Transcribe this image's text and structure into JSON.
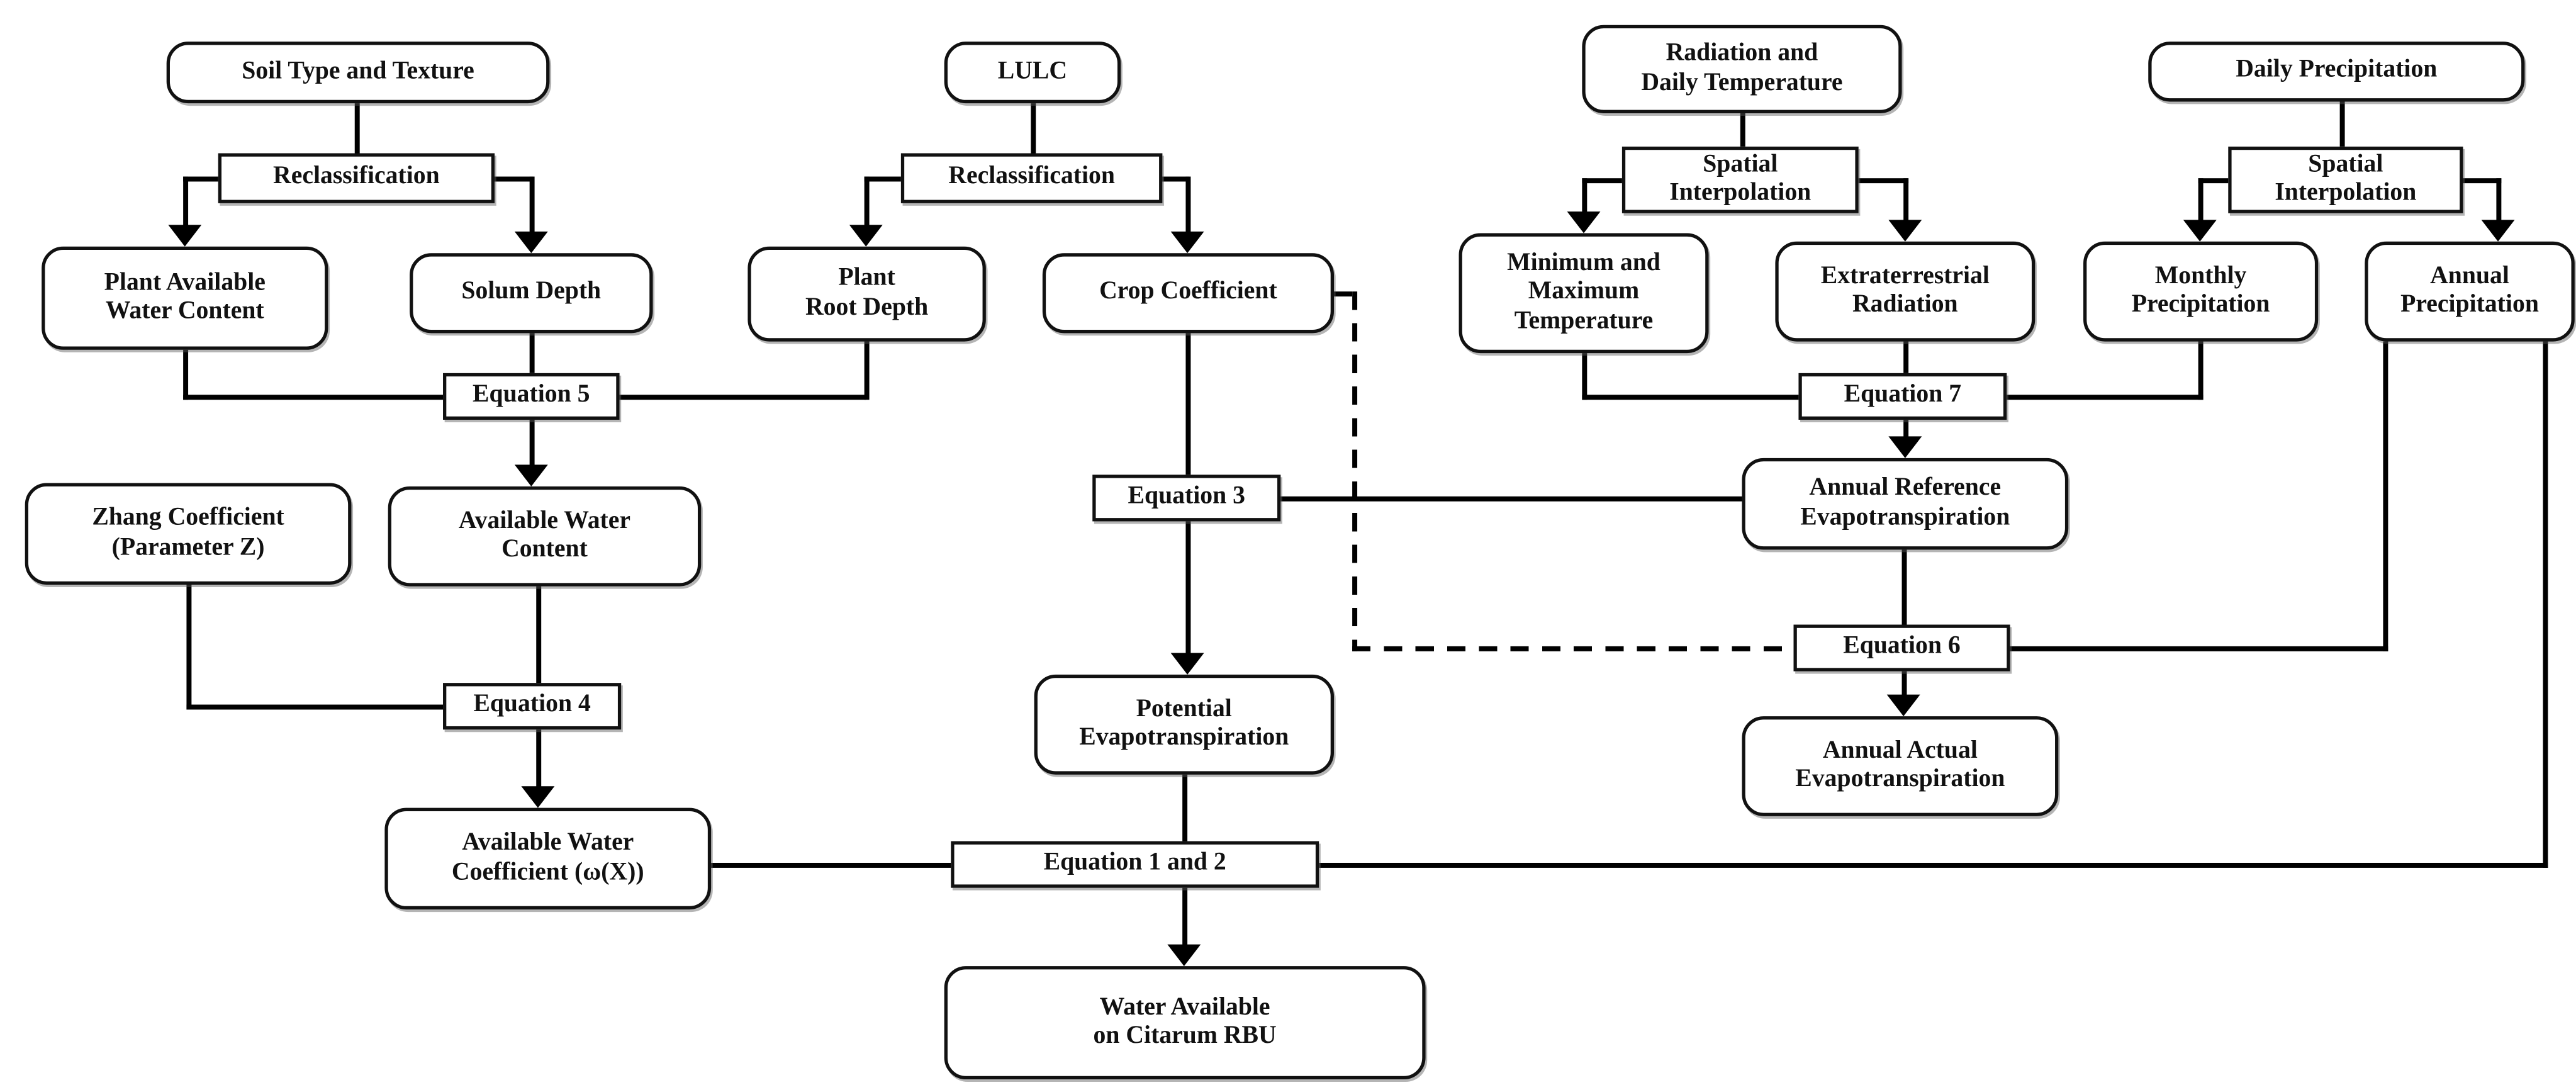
{
  "figure": {
    "type": "flowchart",
    "description": "Water availability modeling workflow flowchart",
    "colors": {
      "background": "#ffffff",
      "line": "#000000",
      "box_fill": "#ffffff",
      "box_border": "#111111",
      "text": "#111111"
    }
  },
  "nodes": {
    "soil": {
      "label": "Soil Type and Texture",
      "shape": "rounded"
    },
    "reclass_soil": {
      "label": "Reclassification",
      "shape": "process"
    },
    "pawc": {
      "label": "Plant Available\nWater Content",
      "shape": "rounded"
    },
    "solum": {
      "label": "Solum Depth",
      "shape": "rounded"
    },
    "eq5": {
      "label": "Equation 5",
      "shape": "process"
    },
    "zhang": {
      "label": "Zhang Coefficient\n(Parameter Z)",
      "shape": "rounded"
    },
    "awc": {
      "label": "Available Water\nContent",
      "shape": "rounded"
    },
    "eq4": {
      "label": "Equation 4",
      "shape": "process"
    },
    "awcoef": {
      "label": "Available Water\nCoefficient (ω(X))",
      "shape": "rounded"
    },
    "lulc": {
      "label": "LULC",
      "shape": "rounded"
    },
    "reclass_lulc": {
      "label": "Reclassification",
      "shape": "process"
    },
    "prd": {
      "label": "Plant\nRoot Depth",
      "shape": "rounded"
    },
    "cropc": {
      "label": "Crop Coefficient",
      "shape": "rounded"
    },
    "eq3": {
      "label": "Equation 3",
      "shape": "process"
    },
    "potet": {
      "label": "Potential\nEvapotranspiration",
      "shape": "rounded"
    },
    "eq12": {
      "label": "Equation 1 and 2",
      "shape": "process"
    },
    "water": {
      "label": "Water Available\non Citarum RBU",
      "shape": "rounded"
    },
    "radtemp": {
      "label": "Radiation and\nDaily Temperature",
      "shape": "rounded"
    },
    "spatial_temp": {
      "label": "Spatial\nInterpolation",
      "shape": "process"
    },
    "minmax": {
      "label": "Minimum and\nMaximum\nTemperature",
      "shape": "rounded"
    },
    "extrad": {
      "label": "Extraterrestrial\nRadiation",
      "shape": "rounded"
    },
    "eq7": {
      "label": "Equation 7",
      "shape": "process"
    },
    "annref": {
      "label": "Annual Reference\nEvapotranspiration",
      "shape": "rounded"
    },
    "eq6": {
      "label": "Equation 6",
      "shape": "process"
    },
    "annact": {
      "label": "Annual Actual\nEvapotranspiration",
      "shape": "rounded"
    },
    "dailyp": {
      "label": "Daily Precipitation",
      "shape": "rounded"
    },
    "spatial_precip": {
      "label": "Spatial\nInterpolation",
      "shape": "process"
    },
    "monthlyp": {
      "label": "Monthly\nPrecipitation",
      "shape": "rounded"
    },
    "annualp": {
      "label": "Annual\nPrecipitation",
      "shape": "rounded"
    }
  },
  "edges": [
    {
      "from": "soil",
      "to": "reclass_soil",
      "style": "solid"
    },
    {
      "from": "reclass_soil",
      "to": "pawc",
      "style": "solid-arrow"
    },
    {
      "from": "reclass_soil",
      "to": "solum",
      "style": "solid-arrow"
    },
    {
      "from": "pawc",
      "to": "eq5",
      "style": "solid"
    },
    {
      "from": "solum",
      "to": "eq5",
      "style": "solid"
    },
    {
      "from": "prd",
      "to": "eq5",
      "style": "solid"
    },
    {
      "from": "eq5",
      "to": "awc",
      "style": "solid-arrow"
    },
    {
      "from": "lulc",
      "to": "reclass_lulc",
      "style": "solid"
    },
    {
      "from": "reclass_lulc",
      "to": "prd",
      "style": "solid-arrow"
    },
    {
      "from": "reclass_lulc",
      "to": "cropc",
      "style": "solid-arrow"
    },
    {
      "from": "cropc",
      "to": "eq3",
      "style": "solid"
    },
    {
      "from": "eq3",
      "to": "potet",
      "style": "solid-arrow"
    },
    {
      "from": "eq3",
      "to": "annref",
      "style": "solid"
    },
    {
      "from": "cropc",
      "to": "eq6",
      "style": "dashed"
    },
    {
      "from": "zhang",
      "to": "eq4",
      "style": "solid"
    },
    {
      "from": "awc",
      "to": "eq4",
      "style": "solid"
    },
    {
      "from": "eq4",
      "to": "awcoef",
      "style": "solid-arrow"
    },
    {
      "from": "awcoef",
      "to": "eq12",
      "style": "solid"
    },
    {
      "from": "potet",
      "to": "eq12",
      "style": "solid"
    },
    {
      "from": "annualp",
      "to": "eq12",
      "style": "solid"
    },
    {
      "from": "eq12",
      "to": "water",
      "style": "solid-arrow"
    },
    {
      "from": "radtemp",
      "to": "spatial_temp",
      "style": "solid"
    },
    {
      "from": "spatial_temp",
      "to": "minmax",
      "style": "solid-arrow"
    },
    {
      "from": "spatial_temp",
      "to": "extrad",
      "style": "solid-arrow"
    },
    {
      "from": "minmax",
      "to": "eq7",
      "style": "solid"
    },
    {
      "from": "extrad",
      "to": "eq7",
      "style": "solid"
    },
    {
      "from": "monthlyp",
      "to": "eq7",
      "style": "solid"
    },
    {
      "from": "eq7",
      "to": "annref",
      "style": "solid-arrow"
    },
    {
      "from": "annref",
      "to": "eq6",
      "style": "solid"
    },
    {
      "from": "annualp",
      "to": "eq6",
      "style": "solid"
    },
    {
      "from": "eq6",
      "to": "annact",
      "style": "solid-arrow"
    },
    {
      "from": "dailyp",
      "to": "spatial_precip",
      "style": "solid"
    },
    {
      "from": "spatial_precip",
      "to": "monthlyp",
      "style": "solid-arrow"
    },
    {
      "from": "spatial_precip",
      "to": "annualp",
      "style": "solid-arrow"
    }
  ]
}
